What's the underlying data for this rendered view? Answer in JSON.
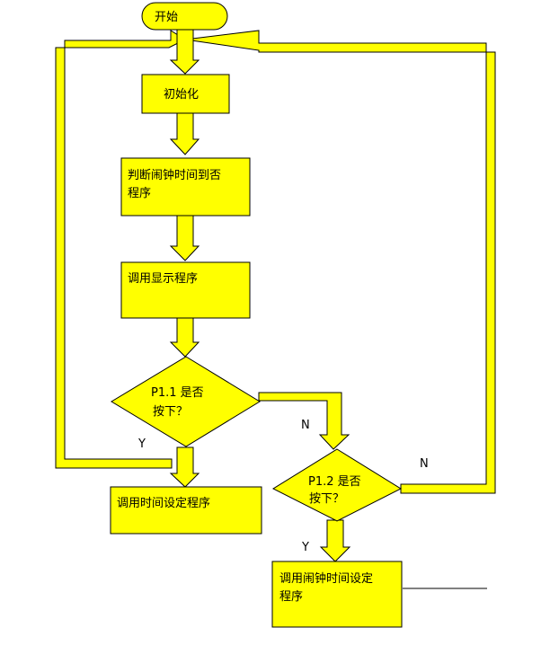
{
  "colors": {
    "fill": "#FFFF00",
    "stroke": "#000000",
    "line": "#000000",
    "background": "#FFFFFF"
  },
  "nodes": {
    "start": "开始",
    "init": "初始化",
    "check_alarm": [
      "判断闹钟时间到否",
      "程序"
    ],
    "call_display": "调用显示程序",
    "p11": [
      "P1.1 是否",
      "按下？"
    ],
    "call_time_set": "调用时间设定程序",
    "p12": [
      "P1.2 是否",
      "按下？"
    ],
    "call_alarm_set": [
      "调用闹钟时间设定",
      "程序"
    ]
  },
  "edge_labels": {
    "p11_yes": "Y",
    "p11_no": "N",
    "p12_yes": "Y",
    "p12_no": "N"
  }
}
